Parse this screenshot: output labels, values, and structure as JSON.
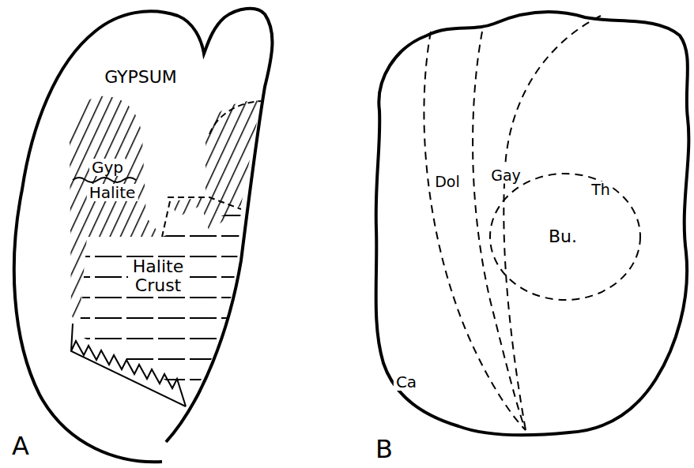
{
  "diagram": {
    "labels": [
      "GYPSUM",
      "Gyp",
      "Halite",
      "Halite Crust",
      "A",
      "Dol",
      "Gay",
      "Th",
      "Bu.",
      "Ca",
      "B"
    ]
  }
}
